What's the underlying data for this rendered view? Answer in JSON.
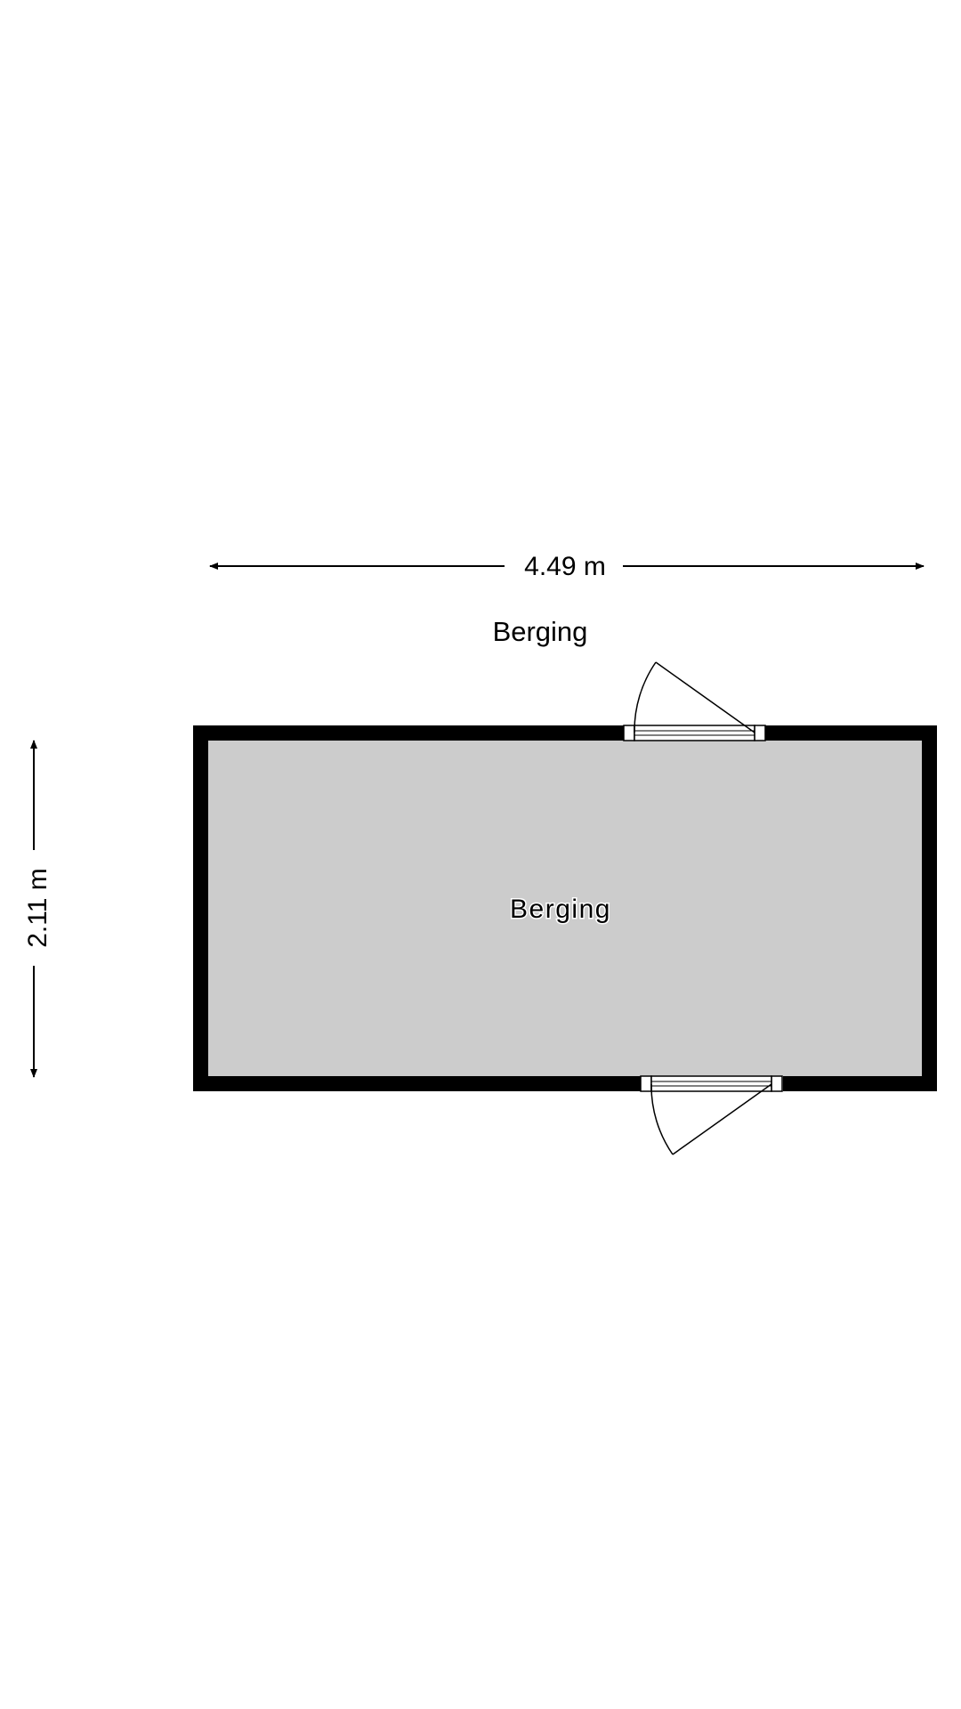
{
  "plan": {
    "width_dimension": "4.49 m",
    "height_dimension": "2.11 m",
    "floor_title": "Berging",
    "room_label": "Berging"
  },
  "colors": {
    "wall": "#000000",
    "floor": "#cccccc",
    "background": "#ffffff"
  }
}
